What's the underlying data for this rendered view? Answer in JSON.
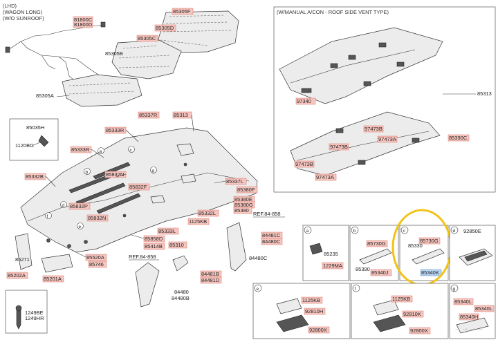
{
  "notes": {
    "lhd_line1": "(LHD)",
    "lhd_line2": "(WAGON LONG)",
    "lhd_line3": "(W/O SUNROOF)",
    "inset_title": "(W/MANUAL A/CON - ROOF SIDE VENT TYPE)"
  },
  "labels": {
    "l85305F": "85305F",
    "l85305D": "85305D",
    "l81800C": "81800C",
    "l81800D": "81800D",
    "l85305C": "85305C",
    "l85305B": "85305B",
    "l85305A": "85305A",
    "l85337R": "85337R",
    "l85313_main": "85313",
    "l85333R_a": "85333R",
    "l85333R_b": "85333R",
    "l85832N": "85832N",
    "l85832F": "85832F",
    "l85832P": "85832P",
    "l85332B": "85332B",
    "l85035H": "85035H",
    "l1120BG": "1120BG",
    "l85337L": "85337L",
    "l85380F": "85380F",
    "l85380E": "85380E",
    "l85380G": "85380G",
    "l85380": "85380",
    "l85332L": "85332L",
    "l1125KB": "1125KB",
    "l85333L": "85333L",
    "l85858D": "85858D",
    "l85414B": "85414B",
    "l85310": "85310",
    "l85520A": "85520A",
    "l85746": "85746",
    "ref1": "REF.84-858",
    "ref2": "REF.84-858",
    "l84481C": "84481C",
    "l84480C": "84480C",
    "l84480C_b": "84480C",
    "l84481B": "84481B",
    "l84481D": "84481D",
    "l84480": "84480",
    "l84480B": "84480B",
    "l85271": "85271",
    "l85202A": "85202A",
    "l85201A": "85201A",
    "bolt1": "1249BE",
    "bolt2": "1249HR",
    "i85340": "97340",
    "i97473B_a": "97473B",
    "i97473A_a": "97473A",
    "i97473B_b": "97473B",
    "i97473B_c": "97473B",
    "i97473A_b": "97473A",
    "i85313": "85313",
    "i85390C": "85390C",
    "a85235": "85235",
    "a1229MA": "1229MA",
    "b85730G": "85730G",
    "b85340J": "85340J",
    "b85390": "85390",
    "c85730G": "85730G",
    "c85330": "85330",
    "c85340K": "85340K",
    "d92850E": "92850E",
    "e1125KB": "1125KB",
    "e92810H": "92810H",
    "e92800X": "92800X",
    "f1125KB": "1125KB",
    "f92810K": "92810K",
    "f92800X": "92800X",
    "g85340L": "85340L",
    "g85340L_b": "85340L",
    "g85340H": "85340H",
    "watermark": "→→→→"
  },
  "panels": {
    "a": "a",
    "b": "b",
    "c": "c",
    "d": "d",
    "e": "e",
    "f": "f",
    "g": "g"
  },
  "callouts": {
    "a": "a",
    "b": "b",
    "c": "c",
    "d": "d",
    "e": "e",
    "f": "f",
    "g": "g"
  },
  "colors": {
    "tag_fill": "#f7c6c0",
    "tag_blue": "#b8d6f2",
    "highlight": "#f2c318"
  }
}
